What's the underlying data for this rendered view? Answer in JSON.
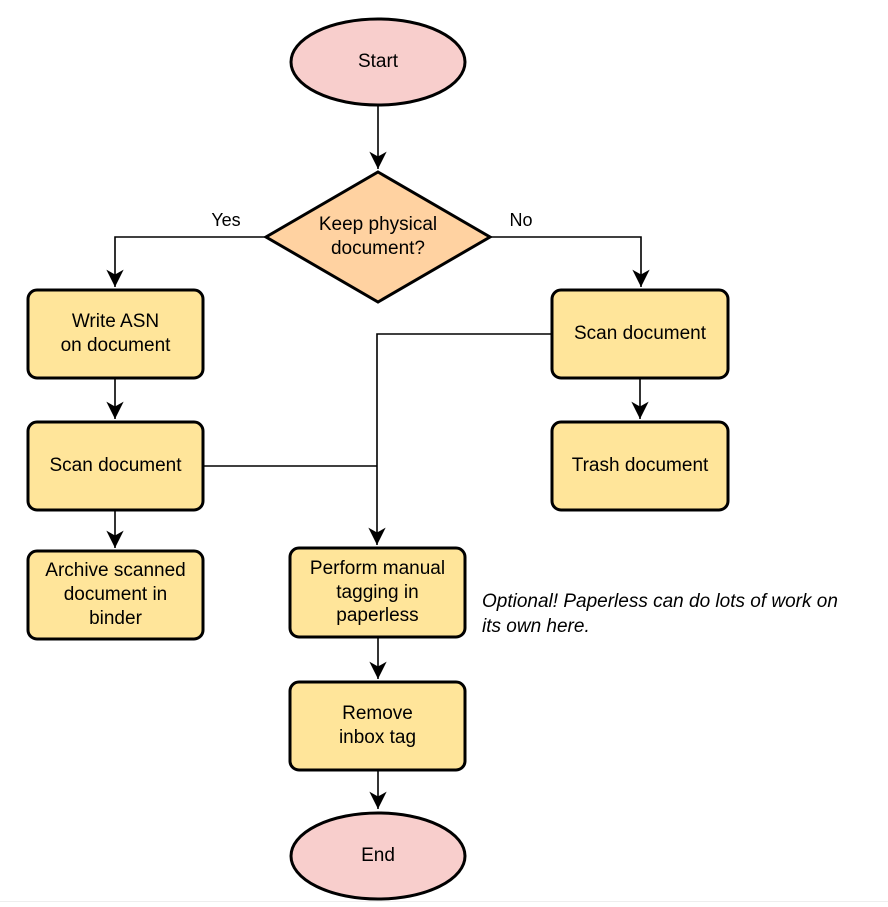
{
  "diagram": {
    "type": "flowchart",
    "background": "#ffffff",
    "colors": {
      "terminal_fill": "#f8cecc",
      "decision_fill": "#ffd2a1",
      "process_fill": "#ffe59a",
      "stroke": "#000000"
    },
    "nodes": {
      "start": {
        "label": "Start",
        "shape": "ellipse"
      },
      "decision": {
        "label": "Keep physical\ndocument?",
        "shape": "diamond"
      },
      "write_asn": {
        "label": "Write ASN\non document",
        "shape": "process"
      },
      "scan_left": {
        "label": "Scan document",
        "shape": "process"
      },
      "archive": {
        "label": "Archive scanned\ndocument in\nbinder",
        "shape": "process"
      },
      "scan_right": {
        "label": "Scan document",
        "shape": "process"
      },
      "trash": {
        "label": "Trash document",
        "shape": "process"
      },
      "tagging": {
        "label": "Perform manual\ntagging in\npaperless",
        "shape": "process"
      },
      "remove_inbox": {
        "label": "Remove\ninbox tag",
        "shape": "process"
      },
      "end": {
        "label": "End",
        "shape": "ellipse"
      }
    },
    "edge_labels": {
      "yes": "Yes",
      "no": "No"
    },
    "annotation": "Optional! Paperless can do lots of work on\nits own here."
  }
}
